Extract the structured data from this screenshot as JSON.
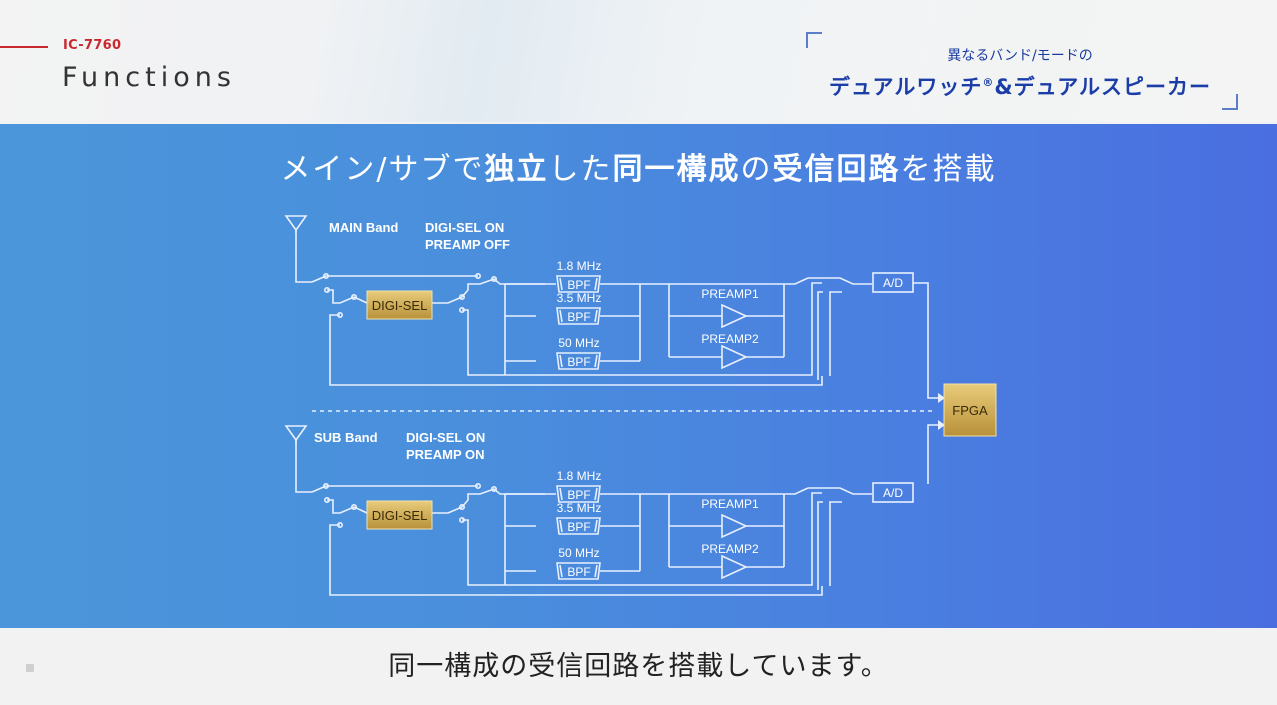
{
  "header": {
    "model": "IC-7760",
    "section": "Functions",
    "tagline_sub": "異なるバンド/モードの",
    "tagline_main": "デュアルワッチ",
    "tagline_reg": "®",
    "tagline_main2": "&デュアルスピーカー"
  },
  "panel": {
    "headline_parts": [
      "メイン/サブで",
      "独立",
      "した",
      "同一構成",
      "の",
      "受信回路",
      "を搭載"
    ]
  },
  "diagram": {
    "main": {
      "band_label": "MAIN Band",
      "status_line1": "DIGI-SEL ON",
      "status_line2": "PREAMP OFF",
      "digisel_label": "DIGI-SEL",
      "bpf_freqs": [
        "1.8 MHz",
        "3.5 MHz",
        "50 MHz"
      ],
      "bpf_label": "BPF",
      "preamps": [
        "PREAMP1",
        "PREAMP2"
      ],
      "ad_label": "A/D"
    },
    "sub": {
      "band_label": "SUB Band",
      "status_line1": "DIGI-SEL ON",
      "status_line2": "PREAMP ON",
      "digisel_label": "DIGI-SEL",
      "bpf_freqs": [
        "1.8 MHz",
        "3.5 MHz",
        "50 MHz"
      ],
      "bpf_label": "BPF",
      "preamps": [
        "PREAMP1",
        "PREAMP2"
      ],
      "ad_label": "A/D"
    },
    "fpga_label": "FPGA"
  },
  "caption": "同一構成の受信回路を搭載しています。",
  "colors": {
    "brand_red": "#c8282e",
    "tagline_blue": "#1a3da8",
    "panel_blue": "#4a86de",
    "gold": "#c9a445"
  }
}
